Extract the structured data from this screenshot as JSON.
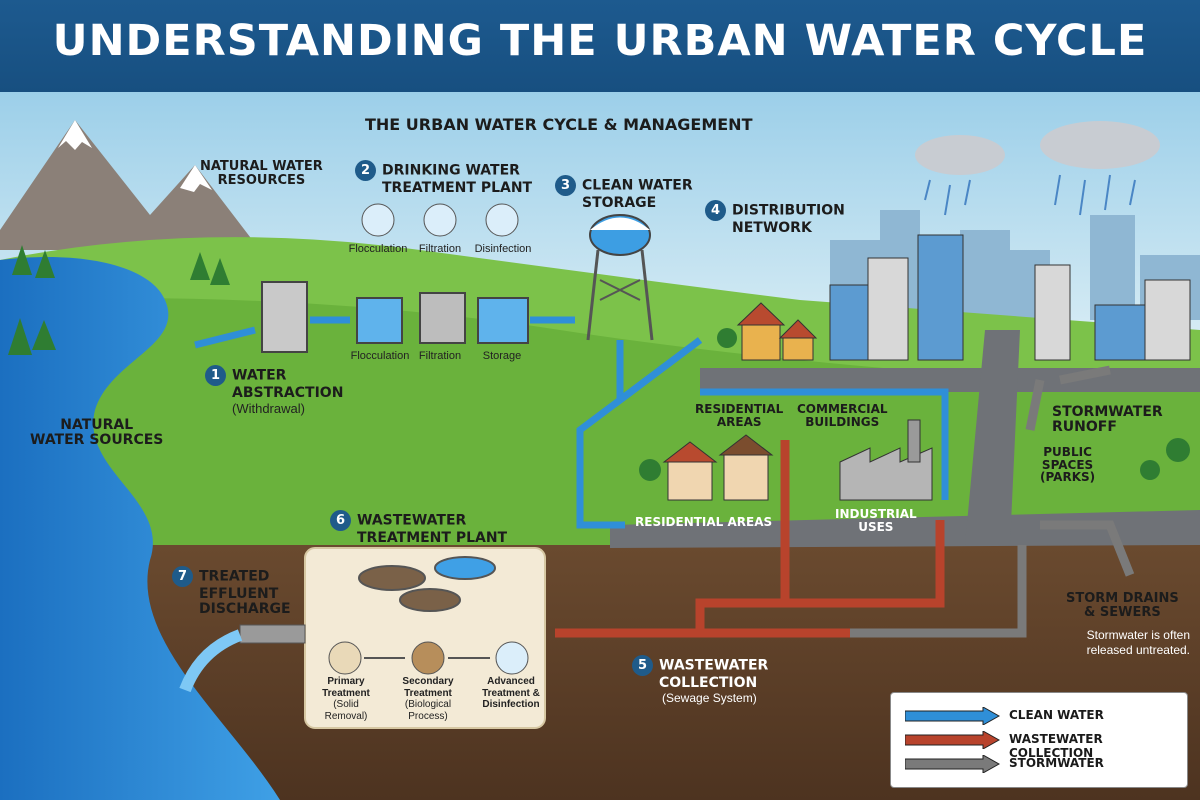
{
  "title": "UNDERSTANDING THE URBAN WATER CYCLE",
  "subtitle": "THE URBAN WATER CYCLE & MANAGEMENT",
  "labels": {
    "natural_water_resources": [
      "NATURAL WATER",
      "RESOURCES"
    ],
    "natural_water_sources": [
      "NATURAL",
      "WATER SOURCES"
    ],
    "public_spaces": [
      "PUBLIC",
      "SPACES",
      "(PARKS)"
    ],
    "stormwater_runoff": [
      "STORMWATER",
      "RUNOFF"
    ],
    "storm_drains": [
      "STORM DRAINS",
      "& SEWERS"
    ],
    "storm_note": [
      "Stormwater is often",
      "released untreated."
    ],
    "residential_areas_upper": [
      "RESIDENTIAL",
      "AREAS"
    ],
    "commercial_buildings": [
      "COMMERCIAL",
      "BUILDINGS"
    ],
    "residential_areas_road": "RESIDENTIAL AREAS",
    "industrial_uses": [
      "INDUSTRIAL",
      "USES"
    ]
  },
  "steps": [
    {
      "num": "1",
      "title": [
        "WATER",
        "ABSTRACTION"
      ],
      "note": "(Withdrawal)"
    },
    {
      "num": "2",
      "title": [
        "DRINKING WATER",
        "TREATMENT PLANT"
      ]
    },
    {
      "num": "3",
      "title": [
        "CLEAN WATER",
        "STORAGE"
      ]
    },
    {
      "num": "4",
      "title": [
        "DISTRIBUTION",
        "NETWORK"
      ]
    },
    {
      "num": "5",
      "title": [
        "WASTEWATER",
        "COLLECTION"
      ],
      "note": "(Sewage System)"
    },
    {
      "num": "6",
      "title": [
        "WASTEWATER",
        "TREATMENT PLANT"
      ]
    },
    {
      "num": "7",
      "title": [
        "TREATED",
        "EFFLUENT",
        "DISCHARGE"
      ]
    }
  ],
  "drinking_icons": [
    "Flocculation",
    "Filtration",
    "Disinfection"
  ],
  "drinking_stages": [
    "Flocculation",
    "Filtration",
    "Storage"
  ],
  "wastewater_stages": [
    {
      "name": "Primary",
      "lines": [
        "Treatment",
        "(Solid",
        "Removal)"
      ]
    },
    {
      "name": "Secondary",
      "lines": [
        "Treatment",
        "(Biological",
        "Process)"
      ]
    },
    {
      "name": "Advanced",
      "lines": [
        "Treatment &",
        "Disinfection"
      ]
    }
  ],
  "legend": [
    {
      "label": "CLEAN WATER",
      "color": "#2f8fd8"
    },
    {
      "label": "WASTEWATER COLLECTION",
      "color": "#b8432c"
    },
    {
      "label": "STORMWATER",
      "color": "#7a7a7a"
    }
  ],
  "colors": {
    "clean": "#2f8fd8",
    "waste": "#b8432c",
    "storm": "#7a7a7a",
    "banner": "#1d5a8f"
  }
}
